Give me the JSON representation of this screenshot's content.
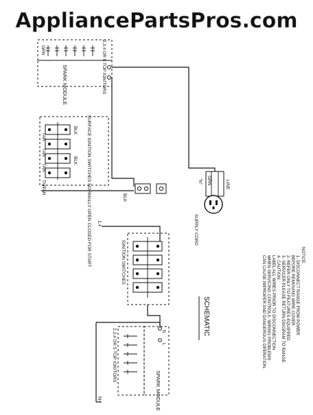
{
  "watermark": "AppliancePartsPros.com",
  "wiring": {
    "spark_module": "SPARK MODULE",
    "ignitors": "2,3,4 OR 5 TOP IGNITORS",
    "switches": "SURFACE IGNITION SWITCHES NORMALLY OPEN CLOSED FOR START",
    "wire_grn": "GRN",
    "wire_tan": "TAN",
    "wire_blk": "BLK",
    "wire_blk2": "BLK",
    "neutral": "\"N\"",
    "line": "LINE",
    "grn2": "GRN",
    "supply_cord": "SUPPLY CORD"
  },
  "schematic": {
    "title": "SCHEMATIC",
    "l_plus": "L+",
    "n_minus": "N-",
    "ignition_switches": "IGNITION SWITCHES",
    "spark_module": "SPARK MODULE",
    "ignitors": "2,3,4 OR 5 TOP IGNITORS",
    "n_label": "N",
    "l_label": "L"
  },
  "notice": {
    "heading": "NOTICE:",
    "lines": [
      "1- DISCONNECT RANGE FROM POWER",
      "   BEFORE REMOVING WIRE COVER.",
      "2- REFER ONLY TO FEATURES EQUIPPED.",
      "3- SERVICER PLEASE RETURN DIAGRAM TO RANGE.",
      "4- CAUTION:",
      "   LABEL ALL WIRES PRIOR TO DISCONNECTION",
      "   WHEN SERVICING CONTROLS. WIRING PROBLEMS",
      "   CAN CAUSE IMPROPER AND DANGEROUS OPERATION."
    ]
  }
}
